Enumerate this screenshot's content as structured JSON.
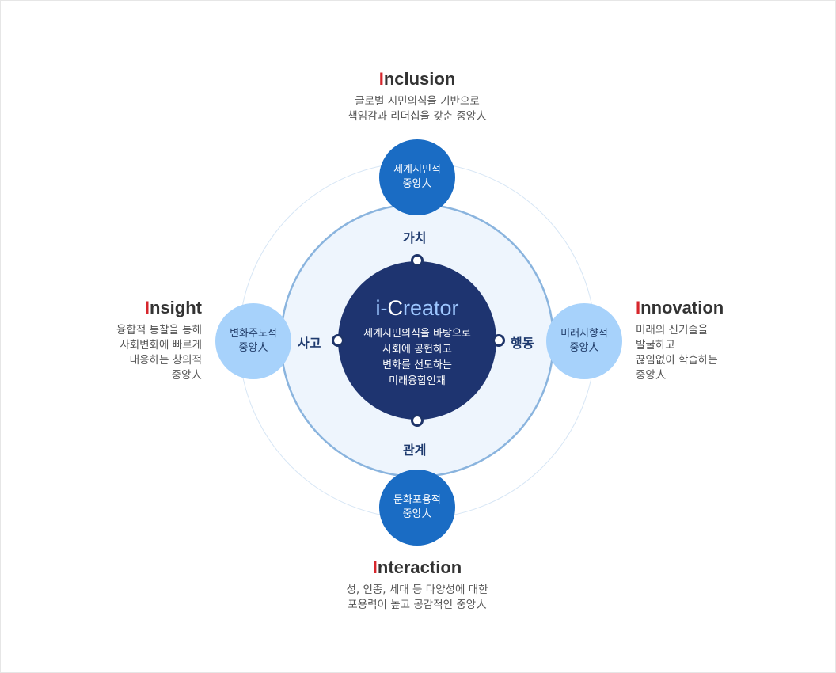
{
  "core": {
    "title_accent_1": "i-",
    "title_main_1": "C",
    "title_accent_2": "reator",
    "description": "세계시민의식을 바탕으로\n사회에 공헌하고\n변화를 선도하는\n미래융합인재"
  },
  "axes": {
    "top": "가치",
    "bottom": "관계",
    "left": "사고",
    "right": "행동"
  },
  "nodes": {
    "top": "세계시민적\n중앙人",
    "bottom": "문화포용적\n중앙人",
    "left": "변화주도적\n중앙人",
    "right": "미래지향적\n중앙人"
  },
  "values": {
    "inclusion": {
      "initial": "I",
      "rest": "nclusion",
      "description": "글로벌 시민의식을 기반으로\n책임감과 리더십을 갖춘 중앙人"
    },
    "insight": {
      "initial": "I",
      "rest": "nsight",
      "description": "융합적 통찰을 통해\n사회변화에 빠르게\n대응하는 창의적\n중앙人"
    },
    "innovation": {
      "initial": "I",
      "rest": "nnovation",
      "description": "미래의 신기술을\n발굴하고\n끊임없이 학습하는\n중앙人"
    },
    "interaction": {
      "initial": "I",
      "rest": "nteraction",
      "description": "성, 인종, 세대 등 다양성에 대한\n포용력이 높고 공감적인 중앙人"
    }
  },
  "colors": {
    "initial_red": "#d6262c",
    "core_navy": "#1e3470",
    "node_dark_blue": "#1a6cc4",
    "node_light_blue": "#a7d2fb",
    "ring_blue": "#8ab4de",
    "inner_fill": "#eef5fd"
  }
}
